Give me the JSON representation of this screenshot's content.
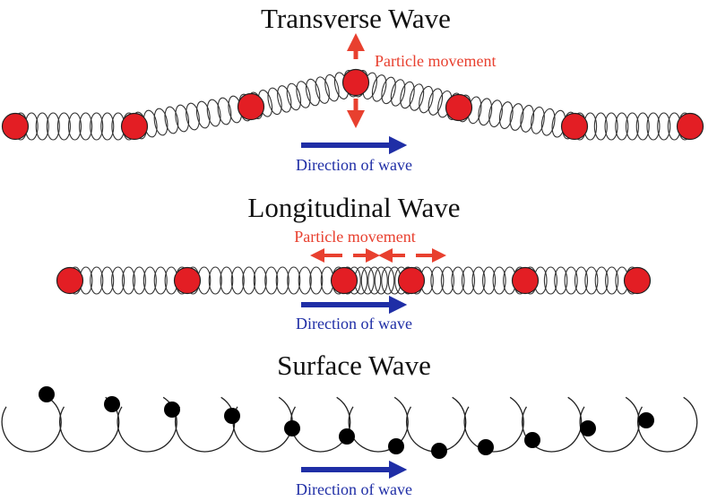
{
  "colors": {
    "particle": "#e31e24",
    "arrow_red": "#e8402f",
    "arrow_blue": "#1f2ea6",
    "text_red": "#e8402f",
    "text_blue": "#1f2ea6",
    "surface_dot": "#000000"
  },
  "transverse": {
    "title": "Transverse Wave",
    "particle_label": "Particle movement",
    "direction_label": "Direction of wave"
  },
  "longitudinal": {
    "title": "Longitudinal Wave",
    "particle_label": "Particle movement",
    "direction_label": "Direction of wave"
  },
  "surface": {
    "title": "Surface Wave",
    "direction_label": "Direction of wave"
  }
}
